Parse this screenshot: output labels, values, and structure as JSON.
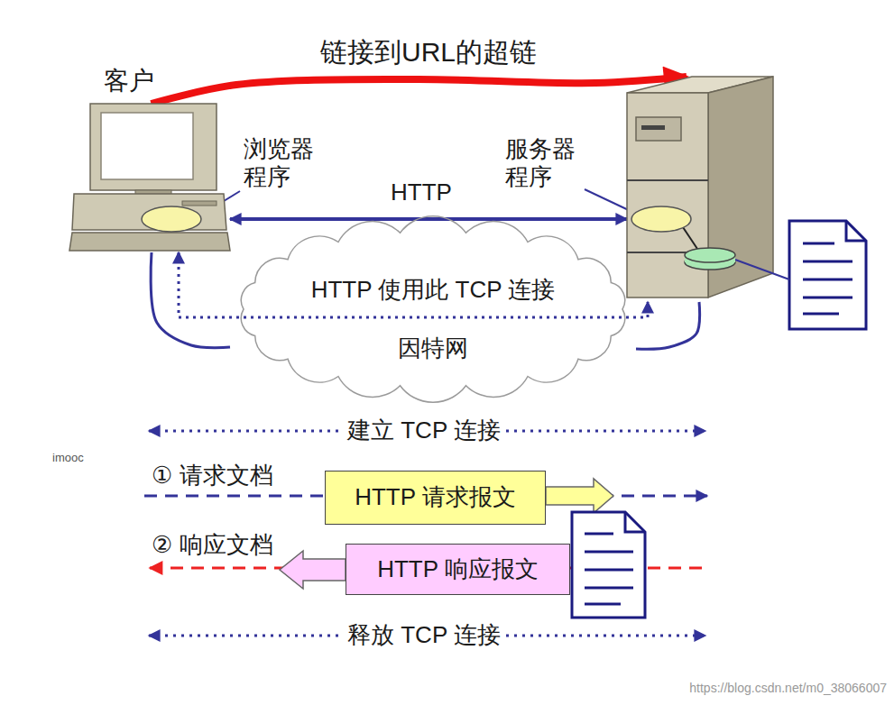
{
  "diagram": {
    "nodes": [
      {
        "text": [
          "客户",
          "浏览器 程序"
        ]
      },
      {
        "text": [
          "服务器 程序"
        ]
      },
      {
        "text": [
          "因特网"
        ]
      },
      {
        "text": [
          "HTTP 请求报文"
        ]
      },
      {
        "text": [
          "HTTP 响应报文"
        ]
      }
    ],
    "edges": [
      {
        "from": 0,
        "to": 1,
        "label": "链接到URL的超链",
        "arrow": "to"
      },
      {
        "from": 0,
        "to": 1,
        "label": "HTTP",
        "arrow": "both"
      },
      {
        "from": 0,
        "to": 1,
        "label": "HTTP 使用此 TCP 连接",
        "arrow": "both"
      },
      {
        "from": 0,
        "to": 2,
        "arrow": "none"
      },
      {
        "from": 1,
        "to": 2,
        "arrow": "none"
      }
    ],
    "labels": [
      "① 请求文档",
      "② 响应文档",
      "建立 TCP 连接",
      "释放 TCP 连接",
      "imooc",
      "https://blog.csdn.net/m0_38066007"
    ]
  }
}
